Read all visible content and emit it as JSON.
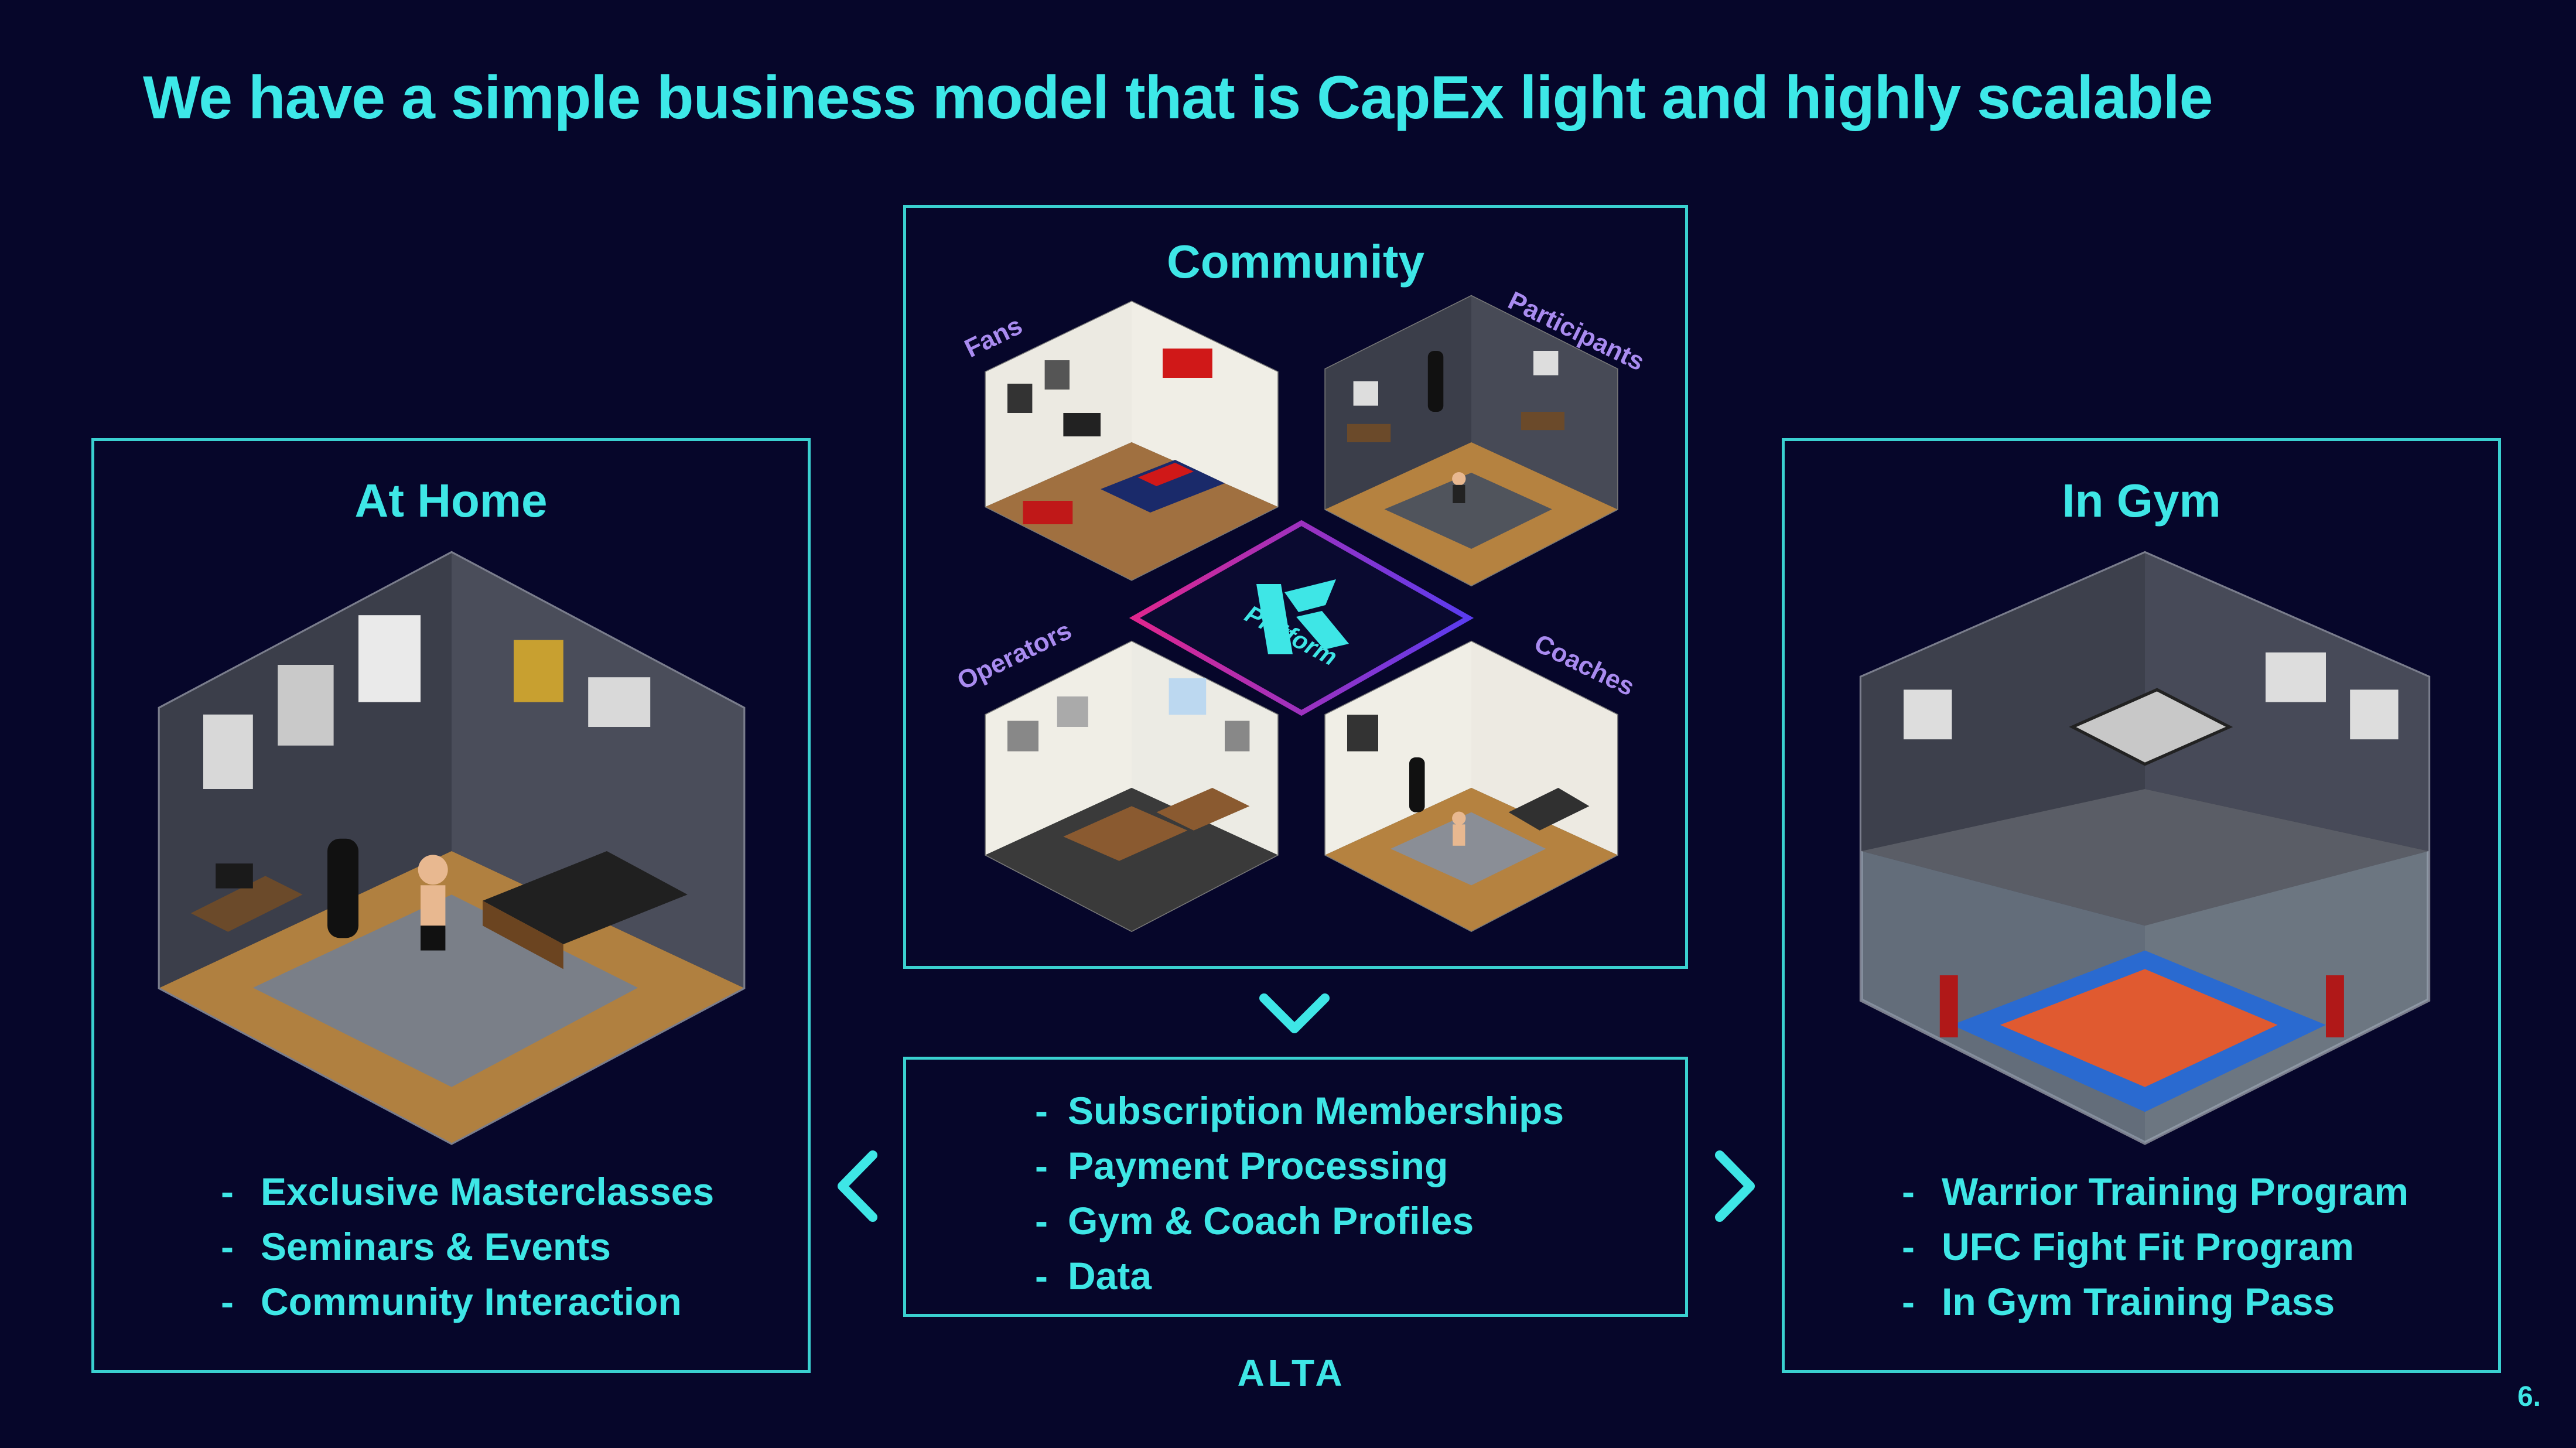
{
  "slide": {
    "title": "We have a simple business model that is CapEx light and highly scalable",
    "page_number": "6."
  },
  "at_home": {
    "title": "At Home",
    "items": [
      "Exclusive Masterclasses",
      "Seminars & Events",
      "Community Interaction"
    ]
  },
  "community": {
    "title": "Community",
    "tags": {
      "fans": "Fans",
      "participants": "Participants",
      "operators": "Operators",
      "coaches": "Coaches"
    },
    "platform_label": "Platform"
  },
  "platform_services": {
    "items": [
      "Subscription Memberships",
      "Payment Processing",
      "Gym & Coach Profiles",
      "Data"
    ]
  },
  "in_gym": {
    "title": "In Gym",
    "items": [
      "Warrior Training Program",
      "UFC Fight Fit Program",
      "In Gym Training Pass"
    ]
  },
  "brand": {
    "logo_text": "ALTA"
  },
  "colors": {
    "background": "#06062a",
    "accent": "#3ee6e6",
    "tag": "#a98bf0",
    "platform_gradient_start": "#e0268e",
    "platform_gradient_end": "#5a3cf0"
  }
}
